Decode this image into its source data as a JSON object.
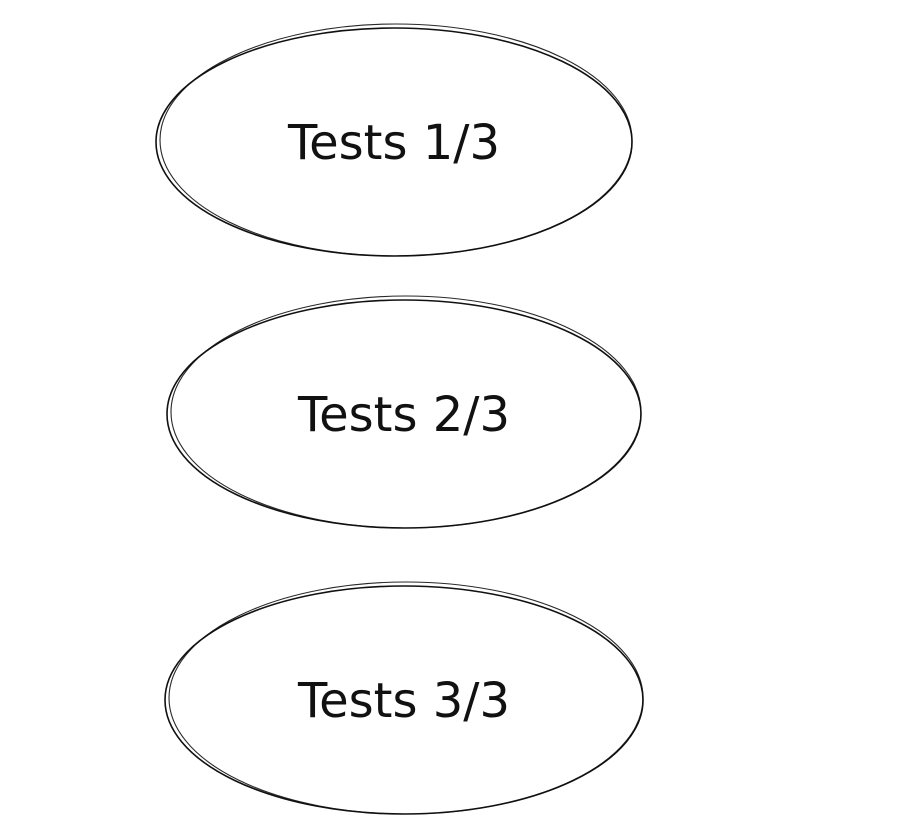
{
  "diagram": {
    "nodes": [
      {
        "id": "node-1",
        "label": "Tests 1/3"
      },
      {
        "id": "node-2",
        "label": "Tests 2/3"
      },
      {
        "id": "node-3",
        "label": "Tests 3/3"
      }
    ],
    "colors": {
      "stroke": "#111111",
      "text": "#111111",
      "background": "#ffffff"
    }
  }
}
